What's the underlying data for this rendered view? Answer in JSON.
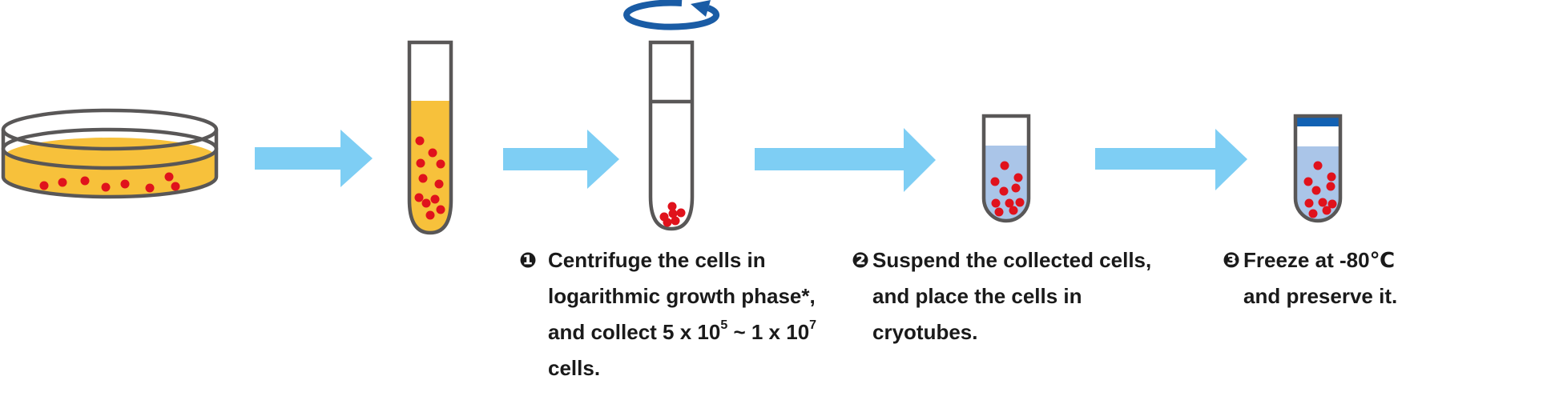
{
  "colors": {
    "medium_yellow": "#F7C13B",
    "cell_red": "#E0121C",
    "outline_gray": "#595757",
    "arrow_blue": "#7ECEF4",
    "spin_arrow_blue": "#1A5CA5",
    "cap_blue": "#1261B3",
    "liquid_blue": "#AAC5E8",
    "text_color": "#1A1A1A"
  },
  "diagram": {
    "icons": [
      "petri-dish-icon",
      "flow-arrow-icon",
      "suspension-tube-icon",
      "centrifuge-rotation-icon",
      "centrifuge-tube-icon",
      "cryotube-icon",
      "frozen-cryotube-icon"
    ]
  },
  "steps": [
    {
      "number": "❶",
      "line1": "Centrifuge the cells in",
      "line2": "logarithmic growth phase*,",
      "collect_line": {
        "a": "and collect 5 x 10",
        "sup1": "5",
        "b": " ~ 1 x 10",
        "sup2": "7"
      },
      "line4": "cells."
    },
    {
      "number": "❷",
      "line1": "Suspend the collected cells,",
      "line2": "and place the cells in",
      "line3": "cryotubes."
    },
    {
      "number": "❸",
      "line1": "Freeze at -80℃",
      "line2": "and preserve it."
    }
  ]
}
